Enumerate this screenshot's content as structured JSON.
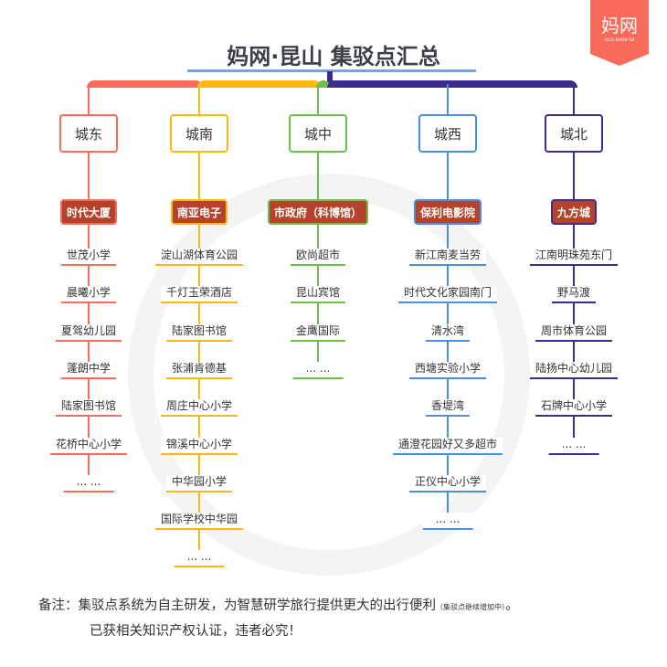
{
  "title": "妈网·昆山 集驳点汇总",
  "logo": {
    "text": "妈网",
    "sub": "0512-83668718"
  },
  "colors": [
    "#f96b5a",
    "#fdb913",
    "#6cc04a",
    "#4a90e2",
    "#3b2d8f"
  ],
  "columns": [
    {
      "name": "城东",
      "hub": "时代大厦",
      "items": [
        "世茂小学",
        "晨曦小学",
        "夏驾幼儿园",
        "蓬朗中学",
        "陆家图书馆",
        "花桥中心小学",
        "... ..."
      ]
    },
    {
      "name": "城南",
      "hub": "南亚电子",
      "items": [
        "淀山湖体育公园",
        "千灯玉荣酒店",
        "陆家图书馆",
        "张浦肯德基",
        "周庄中心小学",
        "锦溪中心小学",
        "中华园小学",
        "国际学校中华园",
        "... ..."
      ]
    },
    {
      "name": "城中",
      "hub": "市政府（科博馆）",
      "items": [
        "欧尚超市",
        "昆山宾馆",
        "金鹰国际",
        "... ..."
      ]
    },
    {
      "name": "城西",
      "hub": "保利电影院",
      "items": [
        "新江南麦当劳",
        "时代文化家园南门",
        "清水湾",
        "西塘实验小学",
        "香堤湾",
        "通澄花园好又多超市",
        "正仪中心小学",
        "... ..."
      ]
    },
    {
      "name": "城北",
      "hub": "九方城",
      "items": [
        "江南明珠苑东门",
        "野马渡",
        "周市体育公园",
        "陆扬中心幼儿园",
        "石牌中心小学",
        "... ..."
      ]
    }
  ],
  "note": {
    "label": "备注：",
    "line1": "集驳点系统为自主研发，为智慧研学旅行提供更大的出行便利",
    "small": "（集驳点继续增加中）",
    "end": "。",
    "line2": "已获相关知识产权认证，违者必究！"
  }
}
